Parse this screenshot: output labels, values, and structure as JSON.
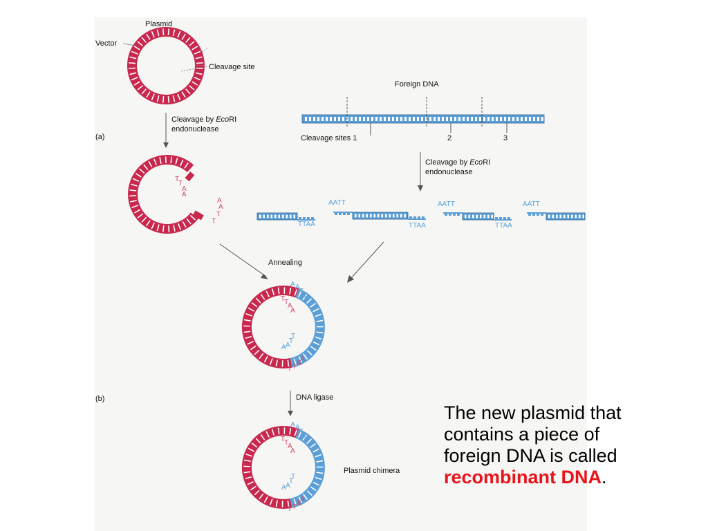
{
  "colors": {
    "plasmid": "#c8284e",
    "plasmid_dark": "#8f1633",
    "foreign": "#5c9fd6",
    "foreign_dark": "#2b5f93",
    "highlight": "#e8141b"
  },
  "labels": {
    "plasmid": "Plasmid",
    "vector": "Vector",
    "cleavage_site": "Cleavage site",
    "panel_a": "(a)",
    "panel_b": "(b)",
    "cleavage_by": "Cleavage by",
    "enzyme": "Eco",
    "enzyme_suffix": "RI",
    "endonuclease": "endonuclease",
    "foreign_dna": "Foreign DNA",
    "cleavage_sites": "Cleavage sites",
    "site1": "1",
    "site2": "2",
    "site3": "3",
    "annealing": "Annealing",
    "dna_ligase": "DNA ligase",
    "plasmid_chimera": "Plasmid chimera"
  },
  "sequences": {
    "ttaa": [
      "T",
      "T",
      "A",
      "A"
    ],
    "aatt": [
      "A",
      "A",
      "T",
      "T"
    ],
    "aatt_text": "AATT",
    "ttaa_text": "TTAA"
  },
  "caption": {
    "line1": "The new plasmid that",
    "line2": "contains a piece of",
    "line3": "foreign DNA is called",
    "highlight": "recombinant DNA",
    "end": "."
  }
}
